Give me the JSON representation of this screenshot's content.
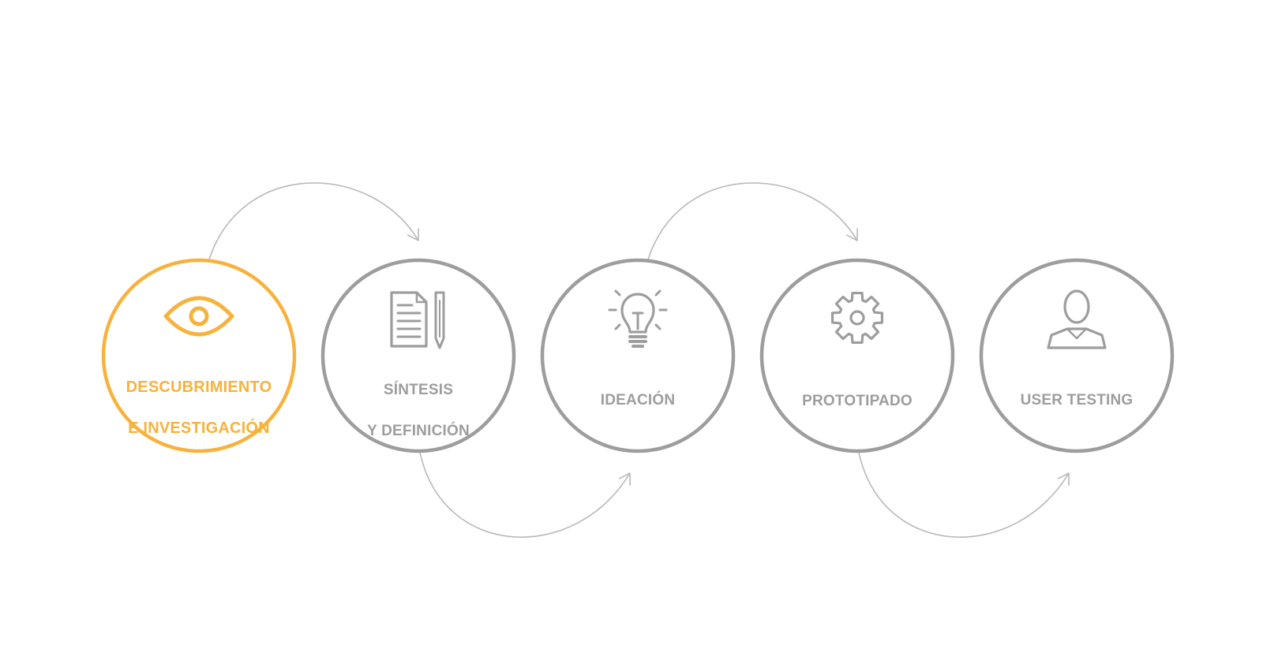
{
  "colors": {
    "active": "#F7B23C",
    "step_ring": "#9D9D9F",
    "label": "#9D9D9F",
    "arrow": "#B8B8BA",
    "background": "#FFFFFF"
  },
  "steps": [
    {
      "id": "descubrimiento",
      "icon": "eye-icon",
      "line1": "DESCUBRIMIENTO",
      "line2": "E INVESTIGACIÓN",
      "active": true
    },
    {
      "id": "sintesis",
      "icon": "document-pencil-icon",
      "line1": "SÍNTESIS",
      "line2": "Y DEFINICIÓN",
      "active": false
    },
    {
      "id": "ideacion",
      "icon": "lightbulb-icon",
      "line1": "IDEACIÓN",
      "line2": "",
      "active": false
    },
    {
      "id": "prototipado",
      "icon": "gear-icon",
      "line1": "PROTOTIPADO",
      "line2": "",
      "active": false
    },
    {
      "id": "user-testing",
      "icon": "user-icon",
      "line1": "USER TESTING",
      "line2": "",
      "active": false
    }
  ],
  "connectors": [
    {
      "from": "descubrimiento",
      "to": "sintesis",
      "side": "top"
    },
    {
      "from": "sintesis",
      "to": "ideacion",
      "side": "bottom"
    },
    {
      "from": "ideacion",
      "to": "prototipado",
      "side": "top"
    },
    {
      "from": "prototipado",
      "to": "user-testing",
      "side": "bottom"
    }
  ]
}
